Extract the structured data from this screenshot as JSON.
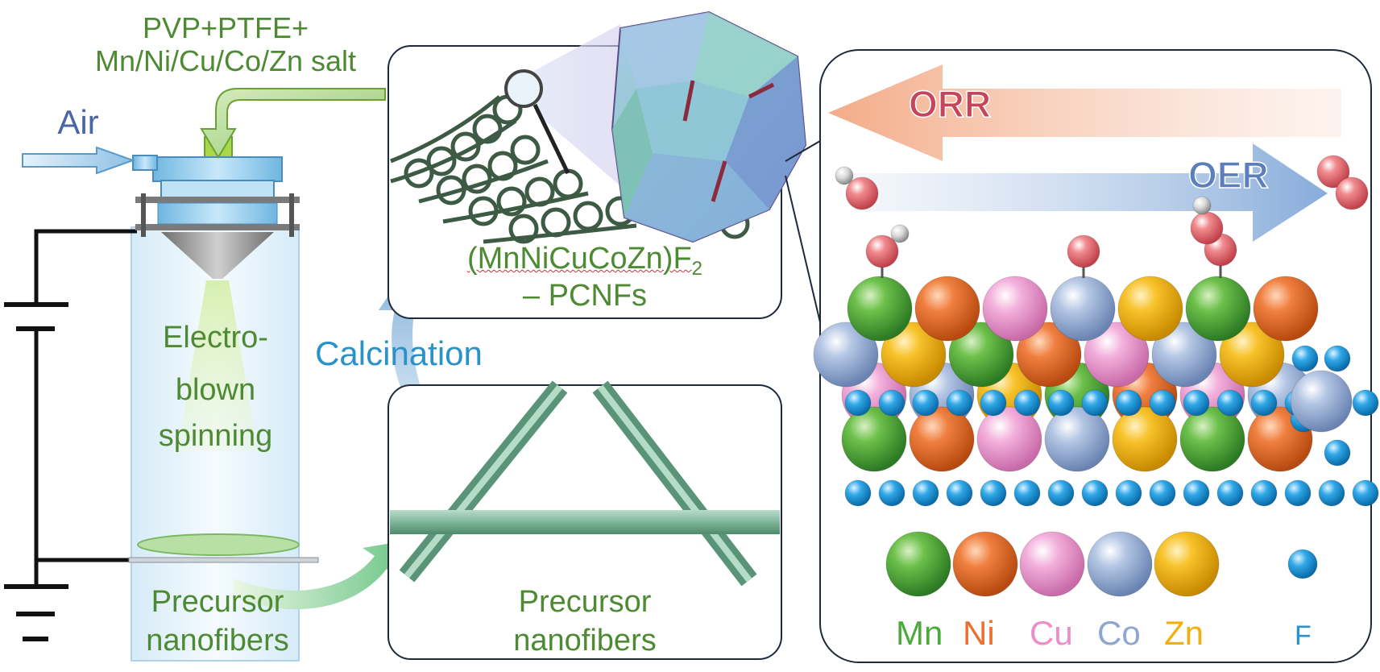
{
  "setup": {
    "feed_line1": "PVP+PTFE+",
    "feed_line2": "Mn/Ni/Cu/Co/Zn salt",
    "air": "Air",
    "process_line1": "Electro-",
    "process_line2": "blown",
    "process_line3": "spinning",
    "product_line1": "Precursor",
    "product_line2": "nanofibers"
  },
  "panels": {
    "top": {
      "formula_main": "(MnNiCuCoZn)F",
      "formula_sub": "2",
      "formula_line2": "– PCNFs"
    },
    "middle": {
      "step": "Calcination"
    },
    "bottom": {
      "line1": "Precursor",
      "line2": "nanofibers"
    }
  },
  "reactions": {
    "orr": "ORR",
    "oer": "OER"
  },
  "legend": [
    {
      "symbol": "Mn",
      "color": "#4caa3a"
    },
    {
      "symbol": "Ni",
      "color": "#ec7030"
    },
    {
      "symbol": "Cu",
      "color": "#ea8ec9"
    },
    {
      "symbol": "Co",
      "color": "#8fa7cf"
    },
    {
      "symbol": "Zn",
      "color": "#f2b010"
    },
    {
      "symbol": "F",
      "color": "#2a92c8"
    }
  ]
}
